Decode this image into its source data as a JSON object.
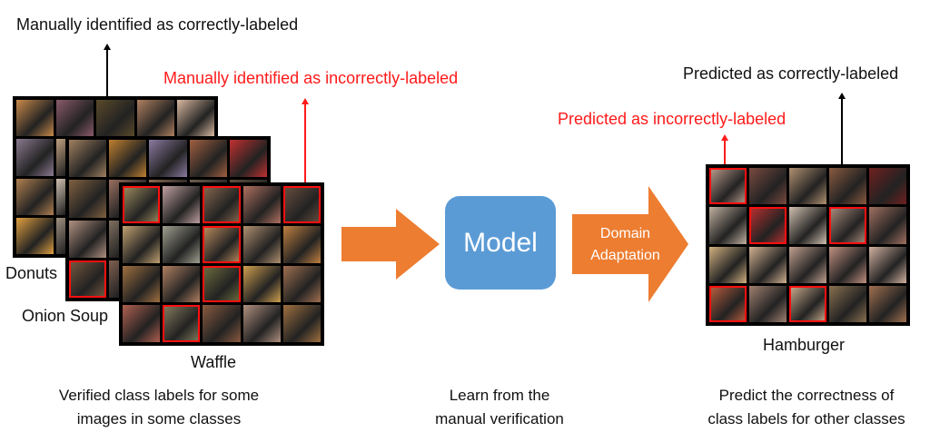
{
  "labels": {
    "manual_correct": "Manually identified as correctly-labeled",
    "manual_incorrect": "Manually identified as incorrectly-labeled",
    "pred_correct": "Predicted as correctly-labeled",
    "pred_incorrect": "Predicted as incorrectly-labeled"
  },
  "classes": {
    "donuts": "Donuts",
    "onion_soup": "Onion Soup",
    "waffle": "Waffle",
    "hamburger": "Hamburger"
  },
  "model": {
    "label": "Model",
    "adaptation_line1": "Domain",
    "adaptation_line2": "Adaptation"
  },
  "captions": {
    "left_line1": "Verified class labels for some",
    "left_line2": "images in some classes",
    "middle_line1": "Learn from the",
    "middle_line2": "manual verification",
    "right_line1": "Predict the correctness of",
    "right_line2": "class labels for other classes"
  },
  "colors": {
    "arrow_orange": "#ed7d31",
    "model_blue": "#5b9bd5",
    "incorrect_red": "#ff1a1a",
    "correct_black": "#000000"
  },
  "grids": {
    "donuts": {
      "rows": 4,
      "cols": 5,
      "tiles": [
        "#c98a4a",
        "#8a5a6a",
        "#5a4a2a",
        "#b08060",
        "#d8b8a0",
        "#8a7a90",
        "#c0a080",
        "#a08070",
        "#c06040",
        "#b04040",
        "#b08050",
        "#d0c0b0",
        "#705030",
        "#9a7a60",
        "#8a6040",
        "#e0a040",
        "#a09080",
        "#8a7a70",
        "#a07060",
        "#806050"
      ],
      "flagged": []
    },
    "onion_soup": {
      "rows": 4,
      "cols": 5,
      "tiles": [
        "#a08060",
        "#c08030",
        "#8a7aa0",
        "#a06040",
        "#c03030",
        "#806040",
        "#9a7060",
        "#8a6a50",
        "#706050",
        "#605040",
        "#b09080",
        "#807060",
        "#706050",
        "#605040",
        "#504030",
        "#7a5a40",
        "#806050",
        "#706050",
        "#605040",
        "#504030"
      ],
      "flagged": [
        15
      ]
    },
    "waffle": {
      "rows": 4,
      "cols": 5,
      "tiles": [
        "#a09060",
        "#c0a0a0",
        "#8a6a50",
        "#b07060",
        "#6a5040",
        "#c0a070",
        "#a0a090",
        "#c09060",
        "#b09070",
        "#c08040",
        "#a07040",
        "#b08060",
        "#707040",
        "#d0a050",
        "#a07050",
        "#b06050",
        "#8a8060",
        "#8a5a40",
        "#b09080",
        "#a07040"
      ],
      "flagged": [
        0,
        2,
        4,
        7,
        12,
        16
      ]
    },
    "hamburger": {
      "rows": 4,
      "cols": 5,
      "tiles": [
        "#c0a090",
        "#7a4a40",
        "#b09070",
        "#8a5a40",
        "#702020",
        "#c0b0a0",
        "#c03030",
        "#d0c0b0",
        "#b09080",
        "#a07060",
        "#d0b080",
        "#d0b090",
        "#c0a090",
        "#c09080",
        "#d0b0a0",
        "#c06040",
        "#a08070",
        "#d0b090",
        "#8a7050",
        "#a07050"
      ],
      "flagged": [
        0,
        6,
        8,
        15,
        17
      ]
    }
  }
}
